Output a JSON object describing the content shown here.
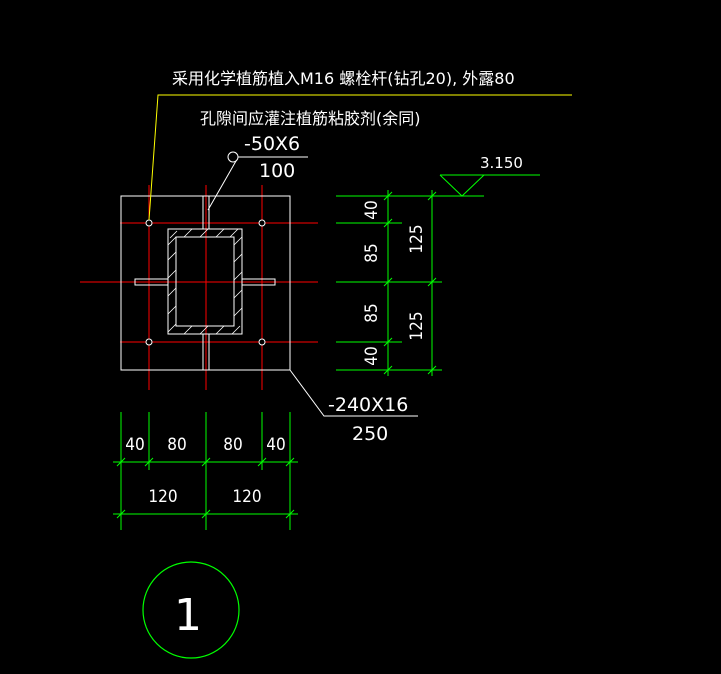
{
  "notes": {
    "line1": "采用化学植筋植入M16 螺栓杆(钻孔20), 外露80",
    "line2": "孔隙间应灌注植筋粘胶剂(余同)"
  },
  "stiffener": {
    "spec": "-50X6",
    "length": "100"
  },
  "base_plate": {
    "spec": "-240X16",
    "length": "250"
  },
  "elevation": "3.150",
  "vertical_dims": {
    "segments": [
      "40",
      "85",
      "85",
      "40"
    ],
    "totals": [
      "125",
      "125"
    ]
  },
  "horizontal_dims": {
    "segments": [
      "40",
      "80",
      "80",
      "40"
    ],
    "totals": [
      "120",
      "120"
    ]
  },
  "detail_number": "1",
  "colors": {
    "background": "#000000",
    "outline": "#ffffff",
    "centerline": "#ff0000",
    "dimension": "#00ff00",
    "leader": "#ffff00"
  }
}
